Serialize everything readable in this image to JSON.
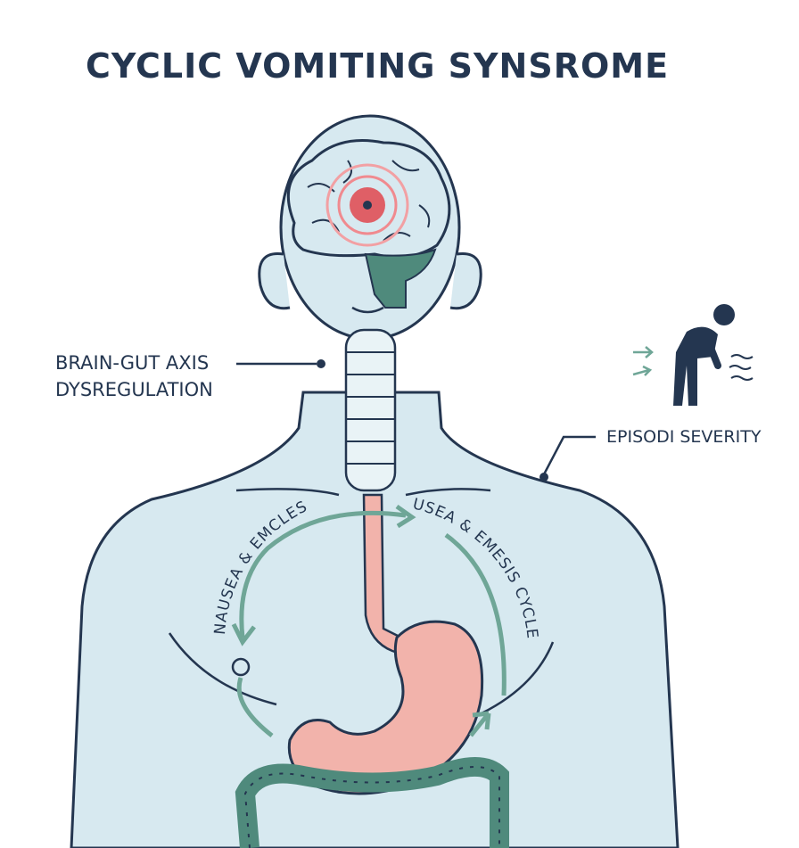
{
  "title": "CYCLIC VOMITING SYNSROME",
  "labels": {
    "brain_gut_line1": "BRAIN-GUT AXIS",
    "brain_gut_line2": "DYSREGULATION",
    "episode_severity": "EPISODI SEVERITY",
    "cycle_left": "NAUSEA & EMCLES",
    "cycle_right": "USEA & EMESIS CYCLES"
  },
  "colors": {
    "outline": "#243650",
    "body_fill": "#d7e9f0",
    "teal": "#6fa697",
    "dark_teal": "#4f8a7c",
    "stomach": "#f2b3ab",
    "hotspot": "#e0464d"
  }
}
